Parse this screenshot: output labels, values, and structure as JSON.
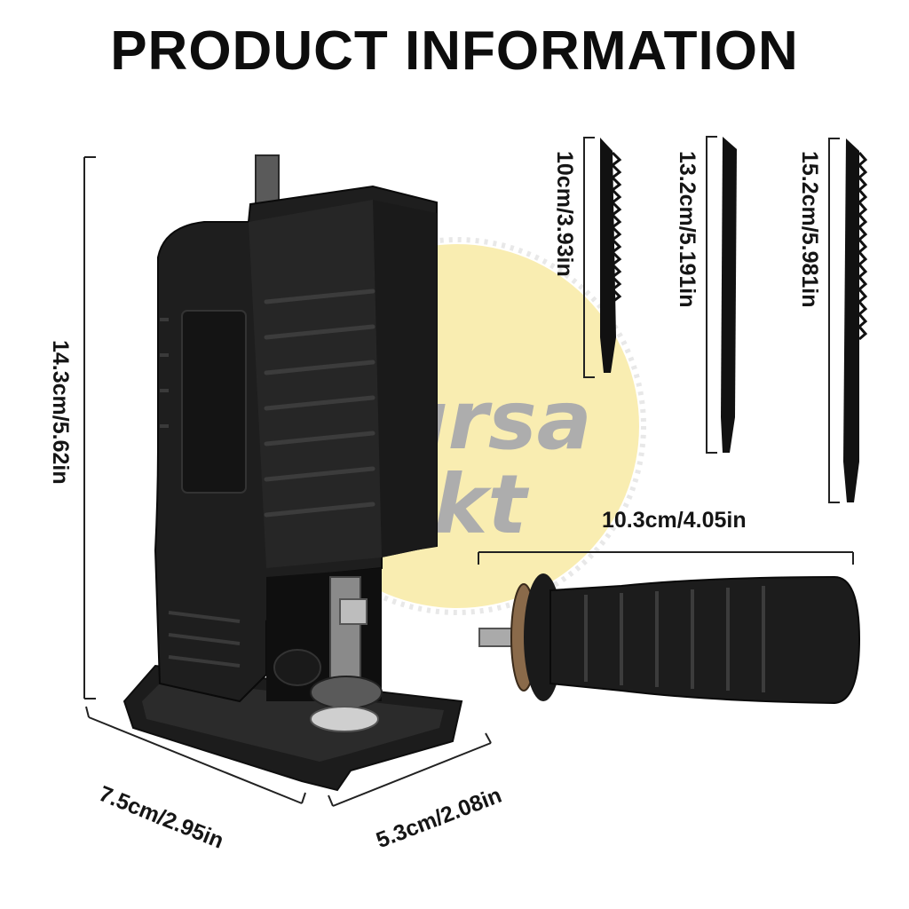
{
  "title": "PRODUCT INFORMATION",
  "dimensions": {
    "height": "14.3cm/5.62in",
    "width": "7.5cm/2.95in",
    "depth": "5.3cm/2.08in",
    "handle_length": "10.3cm/4.05in",
    "blade_small": "10cm/3.93in",
    "blade_medium": "13.2cm/5.191in",
    "blade_large": "15.2cm/5.981in"
  },
  "watermark": {
    "line1": "bursa",
    "line2": "jkt"
  },
  "colors": {
    "tool_body": "#1e1e1e",
    "tool_highlight": "#3a3a3a",
    "watermark_fill": "#f3dc63",
    "text": "#111111"
  },
  "icons": [
    "reciprocating-saw-adapter",
    "saw-blade",
    "side-handle"
  ]
}
